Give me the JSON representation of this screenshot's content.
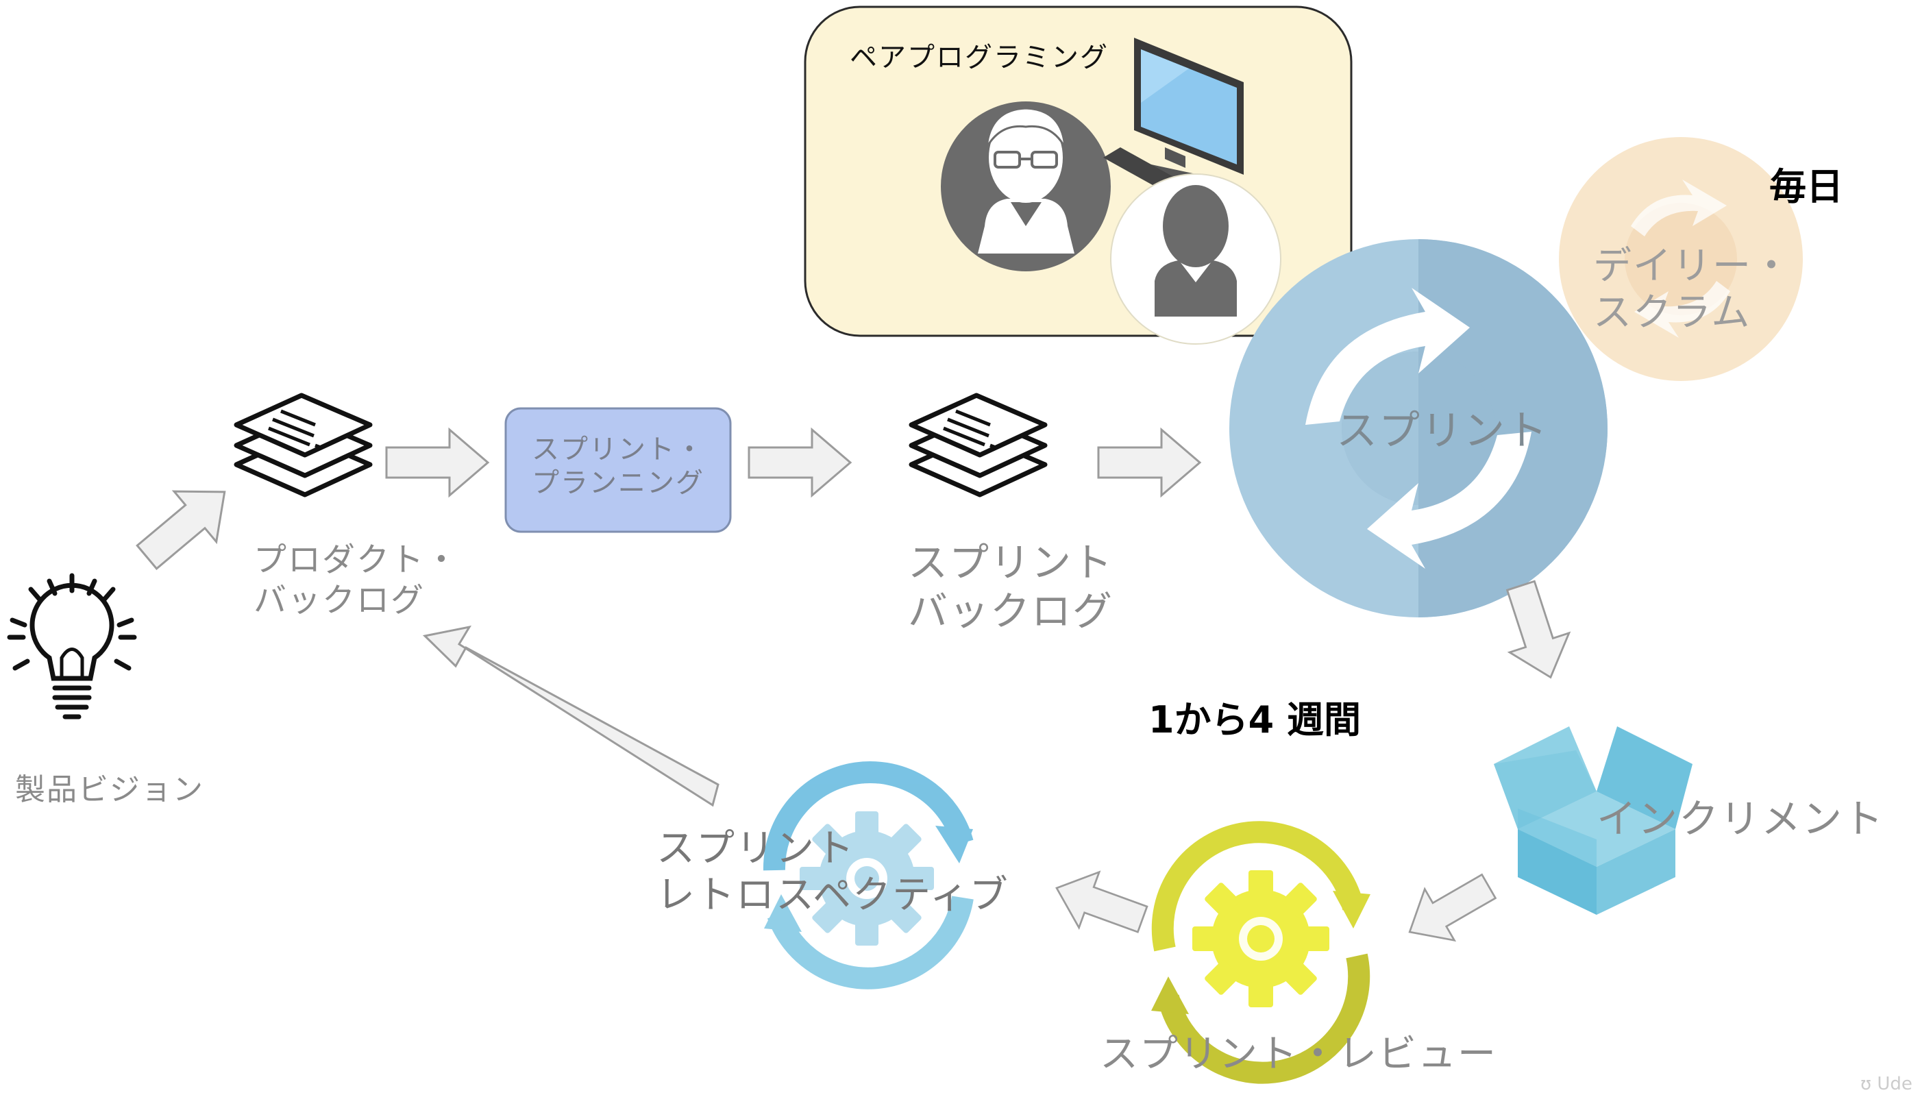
{
  "diagram": {
    "pair_programming": {
      "label": "ペアプログラミング"
    },
    "product_vision": {
      "label": "製品ビジョン"
    },
    "product_backlog": {
      "label": "プロダクト・\nバックログ"
    },
    "sprint_planning": {
      "label": "スプリント・\nプランニング"
    },
    "sprint_backlog": {
      "label": "スプリント\nバックログ"
    },
    "sprint": {
      "label": "スプリント"
    },
    "daily_scrum": {
      "label": "デイリー・\nスクラム",
      "frequency": "毎日"
    },
    "duration": {
      "label": "1から4 週間"
    },
    "increment": {
      "label": "インクリメント"
    },
    "sprint_review": {
      "label": "スプリント・レビュー"
    },
    "sprint_retrospective": {
      "label": "スプリント\nレトロスペクティブ"
    }
  },
  "colors": {
    "pair_box_fill": "#fcf4d6",
    "pair_box_border": "#2b2b2b",
    "planning_fill": "#b6c8f2",
    "planning_border": "#7f8fb0",
    "sprint_blue": "#a9cbe0",
    "sprint_blue_dark": "#97bbd3",
    "daily_orange": "#f8e6cb",
    "increment_blue": "#6cc2dd",
    "review_yellow": "#e2e34a",
    "retro_blue": "#7ec7e3",
    "arrow_fill": "#f1f1f1",
    "arrow_stroke": "#9b9b9b"
  }
}
